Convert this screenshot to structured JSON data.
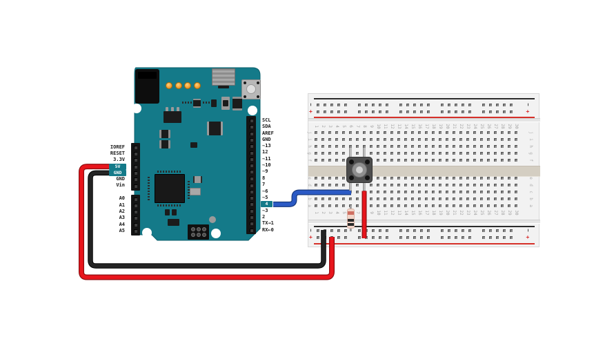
{
  "arduino": {
    "name": "arduino-uno-board",
    "left_pin_labels_upper": [
      "IOREF",
      "RESET",
      "3.3V",
      "5V",
      "GND",
      "GND",
      "Vin"
    ],
    "left_pin_labels_lower": [
      "A0",
      "A1",
      "A2",
      "A3",
      "A4",
      "A5"
    ],
    "right_pin_labels_upper": [
      "SCL",
      "SDA",
      "AREF",
      "GND",
      "~13",
      "12",
      "~11",
      "~10",
      "~9",
      "8"
    ],
    "right_pin_labels_lower": [
      "7",
      "~6",
      "~5",
      "4",
      "~3",
      "2",
      "TX→1",
      "RX←0"
    ],
    "highlighted_left_upper_indices": [
      3,
      4
    ],
    "highlighted_right_lower_indices": [
      3
    ],
    "highlighted_pin_names": [
      "5V",
      "GND",
      "4"
    ]
  },
  "breadboard": {
    "name": "half-breadboard",
    "column_count": 30,
    "row_letters_top": [
      "j",
      "i",
      "h",
      "g",
      "f"
    ],
    "row_letters_bottom": [
      "e",
      "d",
      "c",
      "b",
      "a"
    ],
    "rail_negative_label": "−",
    "rail_positive_label": "+"
  },
  "components": {
    "pushbutton": {
      "name": "pushbutton",
      "position": "columns 6-8 across center channel"
    },
    "resistor": {
      "name": "resistor",
      "position": "column 6, row a to negative rail"
    },
    "wires": [
      {
        "name": "5v-wire",
        "color": "#e8151c",
        "from": "Arduino 5V",
        "to": "breadboard + rail"
      },
      {
        "name": "gnd-wire",
        "color": "#242424",
        "from": "Arduino GND",
        "to": "breadboard − rail"
      },
      {
        "name": "signal-wire",
        "color": "#2b5ac5",
        "from": "Arduino pin 4",
        "to": "breadboard row c column 6"
      },
      {
        "name": "jumper-wire",
        "color": "#e8151c",
        "from": "breadboard row c column 8",
        "to": "breadboard + rail"
      }
    ]
  },
  "colors": {
    "board_teal": "#147a89",
    "breadboard_bg": "#f2f2f2",
    "channel_beige": "#d4cec2",
    "rail_red": "#d63029",
    "rail_black": "#2b2b2b",
    "led_amber": "#f0a13a",
    "wire_red": "#e8151c",
    "wire_black": "#242424",
    "wire_blue": "#2b5ac5"
  }
}
